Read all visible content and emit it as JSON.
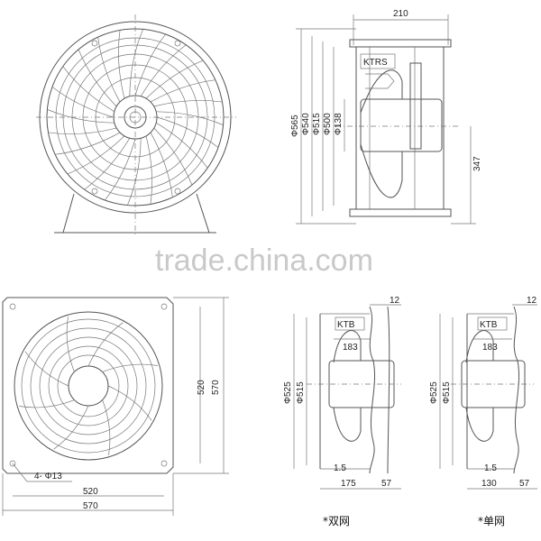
{
  "watermark": "trade.china.com",
  "top_side_view": {
    "dims": {
      "width_top": "210",
      "d565": "Φ565",
      "d540": "Φ540",
      "d515": "Φ515",
      "d500": "Φ500",
      "d138": "Φ138",
      "h347": "347"
    },
    "motor_label": "KTRS"
  },
  "front_plate_view": {
    "dims": {
      "h520": "520",
      "h570": "570",
      "w520": "520",
      "w570": "570",
      "holes": "4- Φ13"
    }
  },
  "double_grille_view": {
    "dims": {
      "d525": "Φ525",
      "d515": "Φ515",
      "t12": "12",
      "w183": "183",
      "t1_5": "1.5",
      "w175": "175",
      "w57": "57"
    },
    "motor_label": "KTB",
    "caption": "*双网"
  },
  "single_grille_view": {
    "dims": {
      "d525": "Φ525",
      "d515": "Φ515",
      "t12": "12",
      "w183": "183",
      "t1_5": "1.5",
      "w130": "130",
      "w57": "57"
    },
    "motor_label": "KTB",
    "caption": "*单网"
  }
}
